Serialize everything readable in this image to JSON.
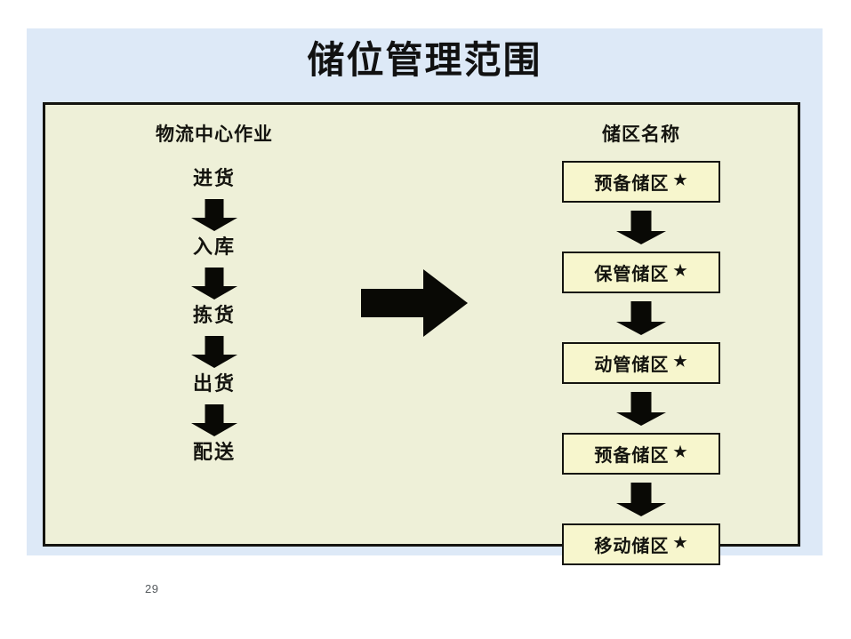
{
  "slide": {
    "title": "储位管理范围",
    "page_number": "29",
    "colors": {
      "slide_background": "#dde9f7",
      "panel_background": "#eef0d8",
      "panel_border": "#14140f",
      "box_fill": "#f7f6cd",
      "box_border": "#14140f",
      "arrow": "#090905",
      "text": "#14140f",
      "page_number": "#555a5e"
    }
  },
  "left_column": {
    "header": "物流中心作业",
    "steps": [
      {
        "label": "进货"
      },
      {
        "label": "入库"
      },
      {
        "label": "拣货"
      },
      {
        "label": "出货"
      },
      {
        "label": "配送"
      }
    ],
    "arrow_icon": "arrow-down-icon"
  },
  "center": {
    "arrow_icon": "arrow-right-icon"
  },
  "right_column": {
    "header": "储区名称",
    "zones": [
      {
        "label": "预备储区",
        "marker": "★"
      },
      {
        "label": "保管储区",
        "marker": "★"
      },
      {
        "label": "动管储区",
        "marker": "★"
      },
      {
        "label": "预备储区",
        "marker": "★"
      },
      {
        "label": "移动储区",
        "marker": "★"
      }
    ],
    "arrow_icon": "arrow-down-icon"
  }
}
